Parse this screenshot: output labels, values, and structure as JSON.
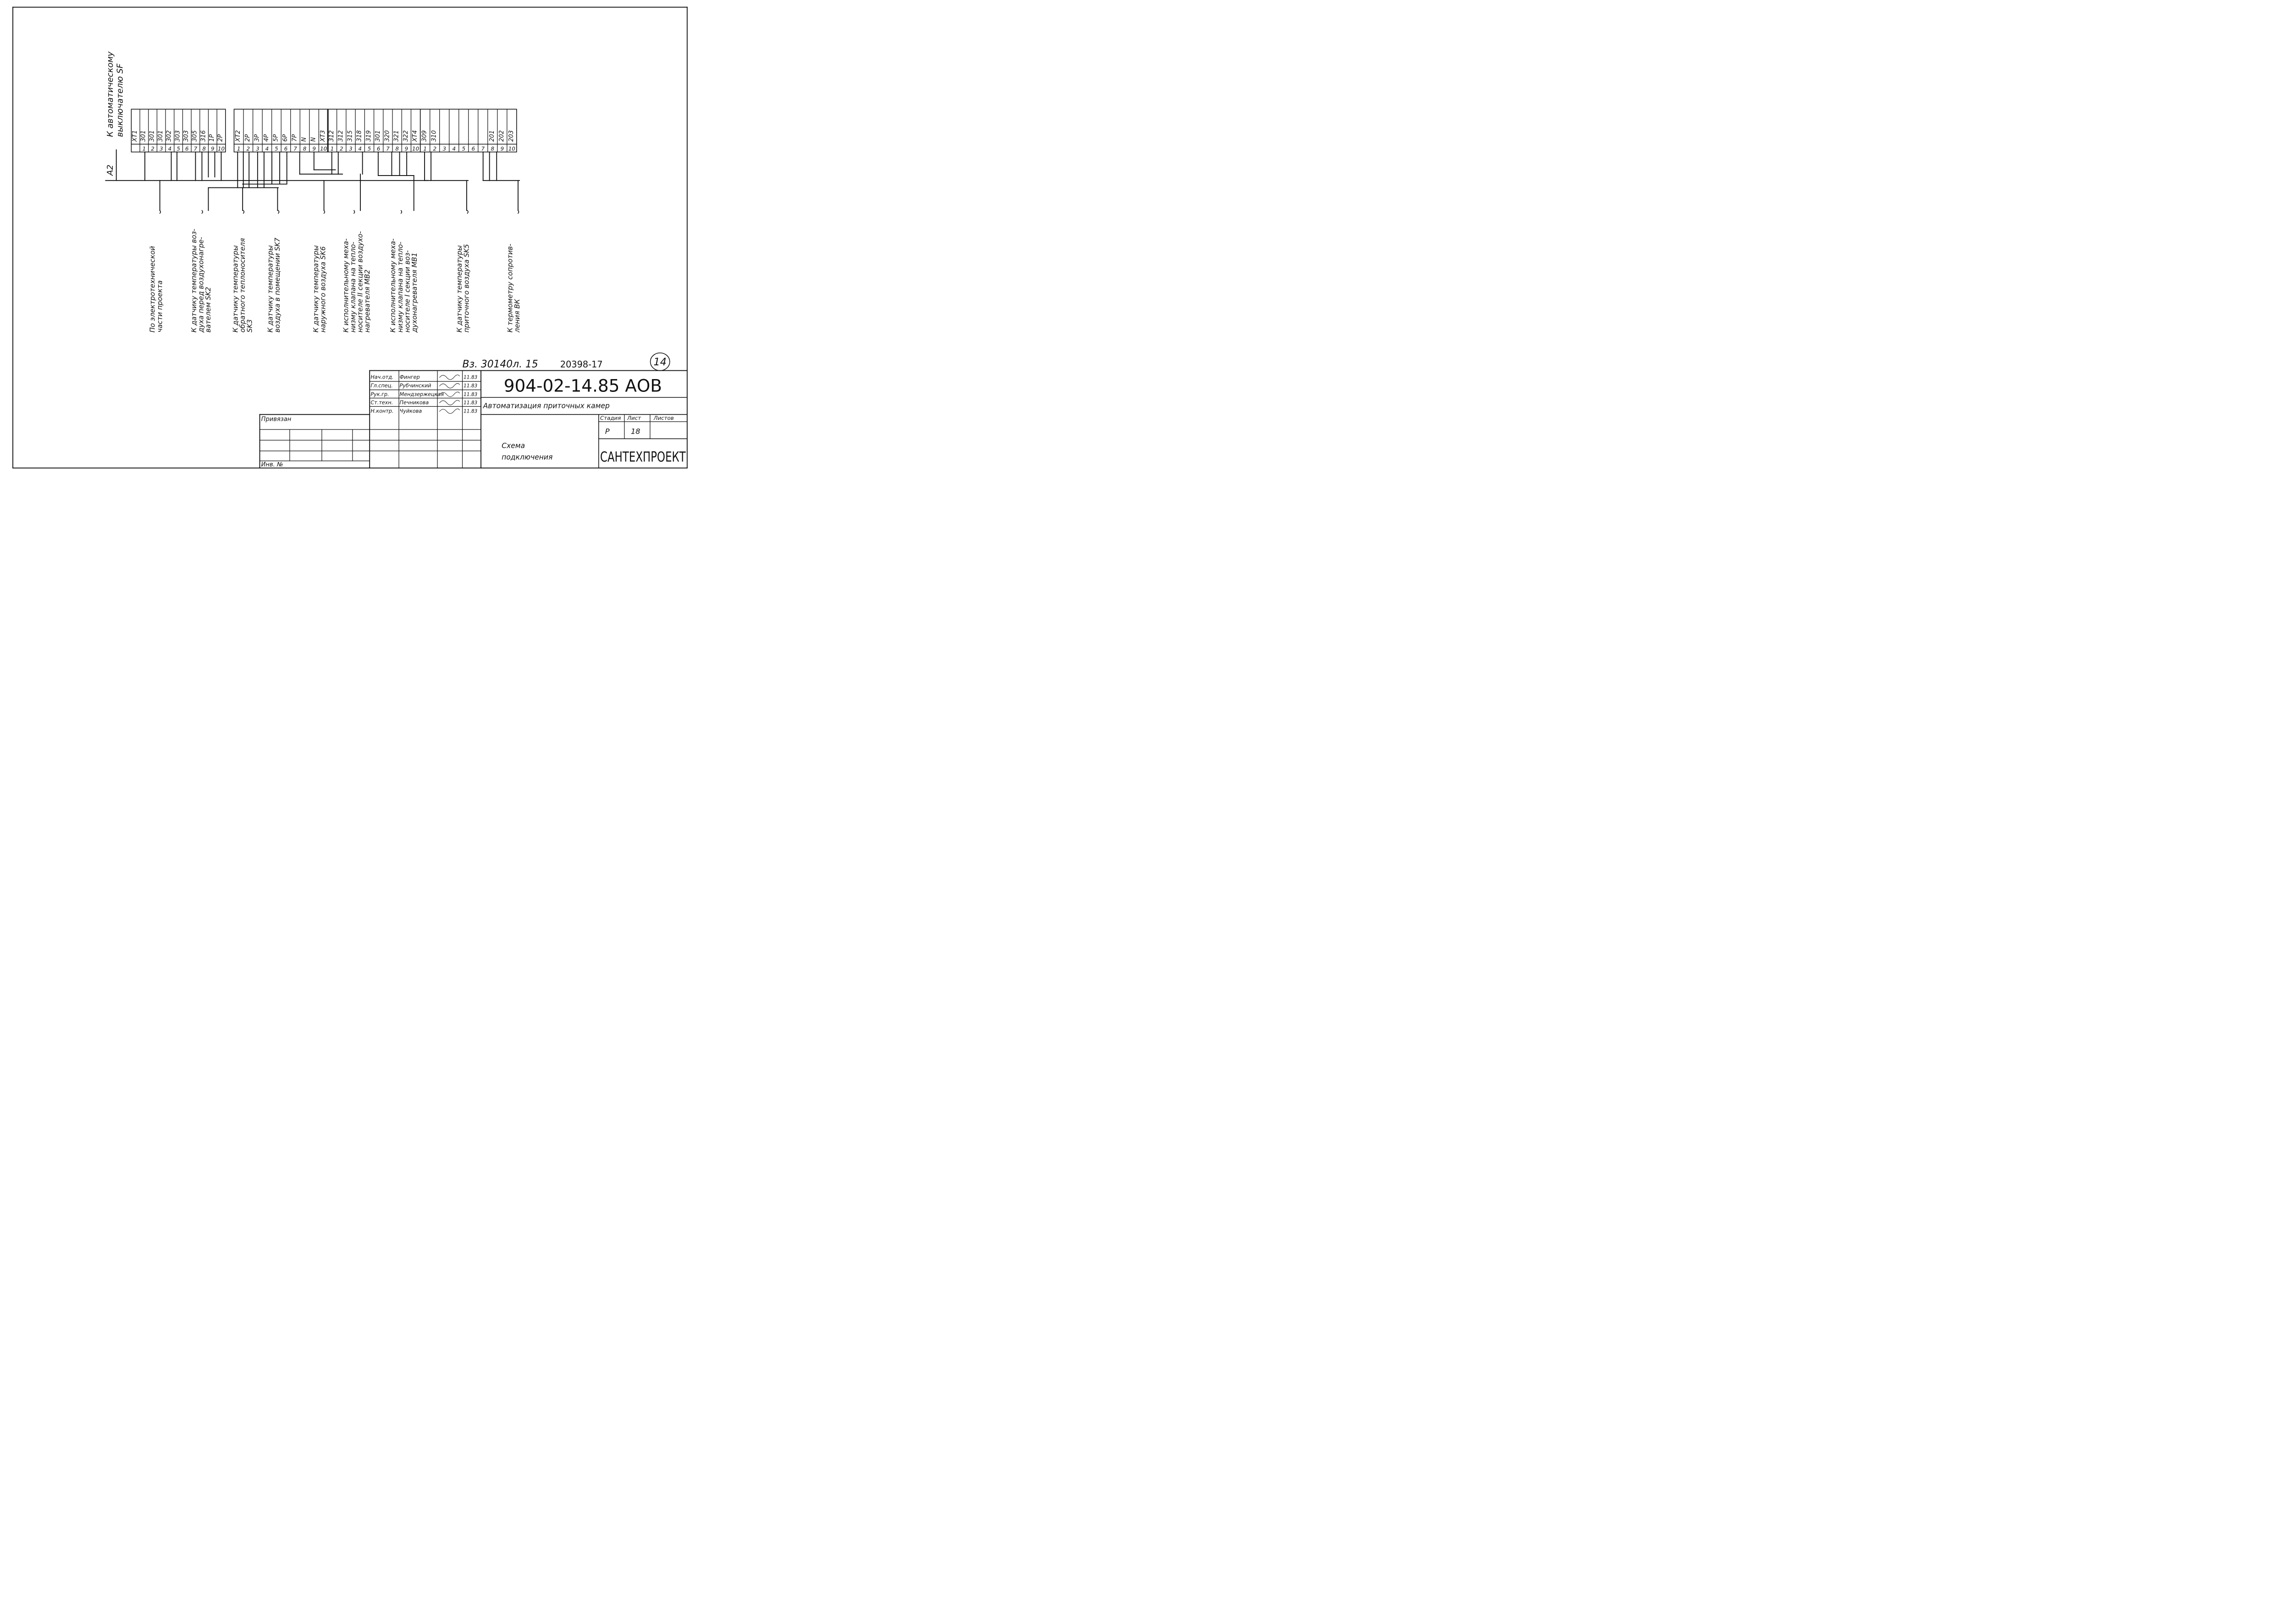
{
  "feed_label": [
    "К автоматическому",
    "выключателю SF"
  ],
  "bus_label": "А2",
  "terminal_blocks": [
    {
      "wires": [
        "ХТ1",
        "301",
        "301",
        "301",
        "302",
        "303",
        "303",
        "305",
        "316",
        "1Р",
        "2Р"
      ],
      "terminals": [
        "",
        "1",
        "2",
        "3",
        "4",
        "5",
        "6",
        "7",
        "8",
        "9",
        "10"
      ]
    },
    {
      "wires": [
        "ХТ2",
        "2Р",
        "3Р",
        "4Р",
        "5Р",
        "6Р",
        "7Р",
        "N",
        "N",
        "ХТ3"
      ],
      "terminals": [
        "1",
        "2",
        "3",
        "4",
        "5",
        "6",
        "7",
        "8",
        "9",
        "10"
      ]
    },
    {
      "wires": [
        "312",
        "312",
        "315",
        "318",
        "319",
        "301",
        "320",
        "321",
        "322",
        "ХТ4"
      ],
      "terminals": [
        "1",
        "2",
        "3",
        "4",
        "5",
        "6",
        "7",
        "8",
        "9",
        "10"
      ]
    },
    {
      "wires": [
        "309",
        "310",
        "",
        "",
        "",
        "",
        "",
        "201",
        "202",
        "203"
      ],
      "terminals": [
        "1",
        "2",
        "3",
        "4",
        "5",
        "6",
        "7",
        "8",
        "9",
        "10"
      ]
    }
  ],
  "cable_labels": [
    [
      "По электротехнической",
      "части проекта"
    ],
    [
      "К датчику температуры воз-",
      "духа перед воздухонагре-",
      "вателем SK2"
    ],
    [
      "К датчику температуры",
      "обратного теплоносителя",
      "SK3"
    ],
    [
      "К датчику температуры",
      "воздуха в помещении SK7"
    ],
    [
      "К датчику температуры",
      "наружного воздуха SK6"
    ],
    [
      "К исполнительному меха-",
      "низму клапана на тепло-",
      "носителе II секции воздухо-",
      "нагревателя МВ2"
    ],
    [
      "К исполнительному меха-",
      "низму клапана на тепло-",
      "носителе I секции воз-",
      "духонагревателя МВ1"
    ],
    [
      "К датчику температуры",
      "приточного воздуха SK5"
    ],
    [
      "К термометру сопротив-",
      "ления ВК"
    ]
  ],
  "title_block": {
    "inventory_ref": "Вз. 30140л. 15",
    "order_no": "20398-17",
    "sheet_circle": "14",
    "code": "904-02-14.85 АОВ",
    "project_title": "Автоматизация приточных камер",
    "sheet_title": [
      "Схема",
      "подключения"
    ],
    "company": "САНТЕХПРОЕКТ",
    "stage_header": "Стадия",
    "sheet_header": "Лист",
    "sheets_header": "Листов",
    "stage": "Р",
    "sheet": "18",
    "sheets": "",
    "bound_label": "Привязан",
    "inv_label": "Инв. №",
    "staff": [
      {
        "role": "Нач.отд.",
        "name": "Фингер",
        "date": "11.83"
      },
      {
        "role": "Гл.спец.",
        "name": "Рубчинский",
        "date": "11.83"
      },
      {
        "role": "Рук.гр.",
        "name": "Мендзержецкая",
        "date": "11.83"
      },
      {
        "role": "Ст.техн.",
        "name": "Печникова",
        "date": "11.83"
      },
      {
        "role": "Н.контр.",
        "name": "Чуйкова",
        "date": "11.83"
      }
    ]
  }
}
